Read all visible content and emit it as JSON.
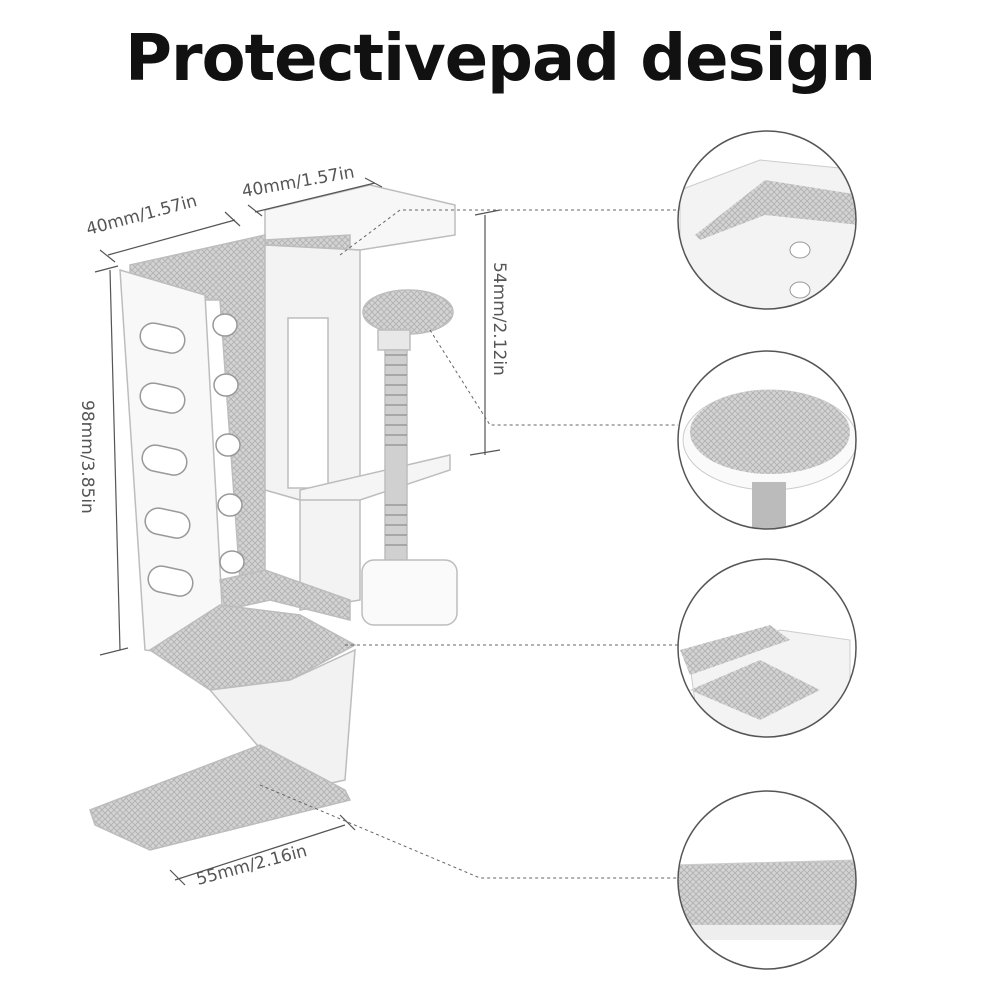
{
  "title": "Protectivepad design",
  "dimensions": {
    "top_left_width": "40mm/1.57in",
    "top_right_width": "40mm/1.57in",
    "clamp_height": "54mm/2.12in",
    "total_height": "98mm/3.85in",
    "base_width": "55mm/2.16in"
  },
  "detail_views": [
    "top-pad",
    "screw-pad",
    "lower-pad",
    "base-pad"
  ],
  "colors": {
    "pad": "#c9c9c9",
    "body": "#f4f4f4",
    "outline": "#b5b5b5",
    "circle": "#555555"
  }
}
